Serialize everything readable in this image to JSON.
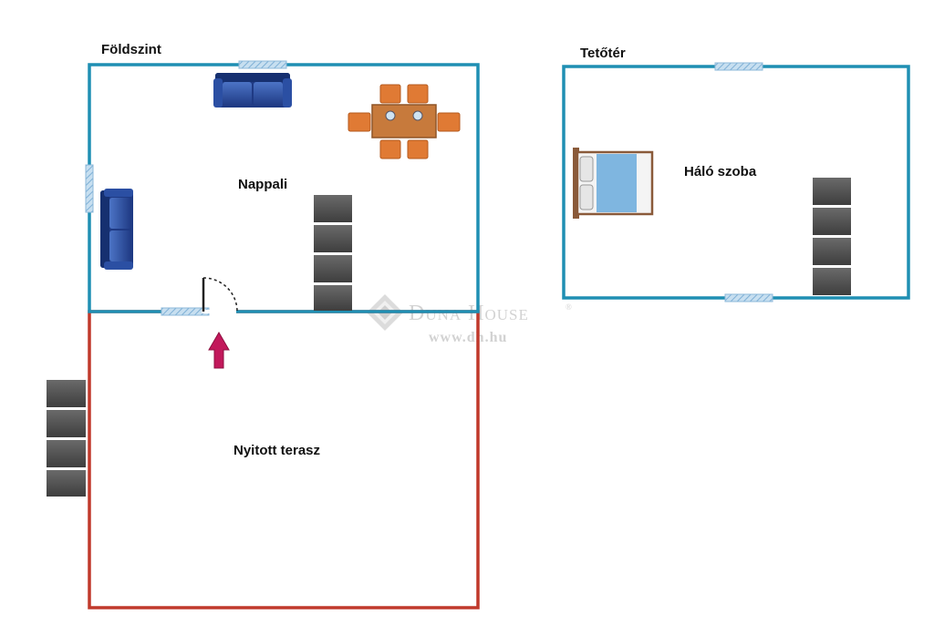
{
  "floors": {
    "ground": {
      "label": "Földszint"
    },
    "attic": {
      "label": "Tetőtér"
    }
  },
  "rooms": {
    "living": "Nappali",
    "terrace": "Nyitott terasz",
    "bedroom": "Háló szoba"
  },
  "watermark": {
    "brand": "Duna House",
    "registered": "®",
    "url": "www.dh.hu"
  },
  "colors": {
    "interior_wall": "#1f8fb3",
    "terrace_outline": "#c0392b",
    "window": "#9fc6e3",
    "stairs": "#555555",
    "furniture_blue": "#2d4fa0",
    "chair": "#e07a34",
    "table": "#c77a3c",
    "bed_wood": "#8a5a3a",
    "bed_blanket": "#7fb6e0",
    "entrance_arrow": "#c2185b",
    "watermark": "#d2d2d2"
  },
  "icons": [
    "sofa-icon",
    "dining-set-icon",
    "bed-icon",
    "stairs-icon",
    "door-icon",
    "window-icon",
    "entrance-arrow-icon",
    "logo-diamond-icon"
  ]
}
